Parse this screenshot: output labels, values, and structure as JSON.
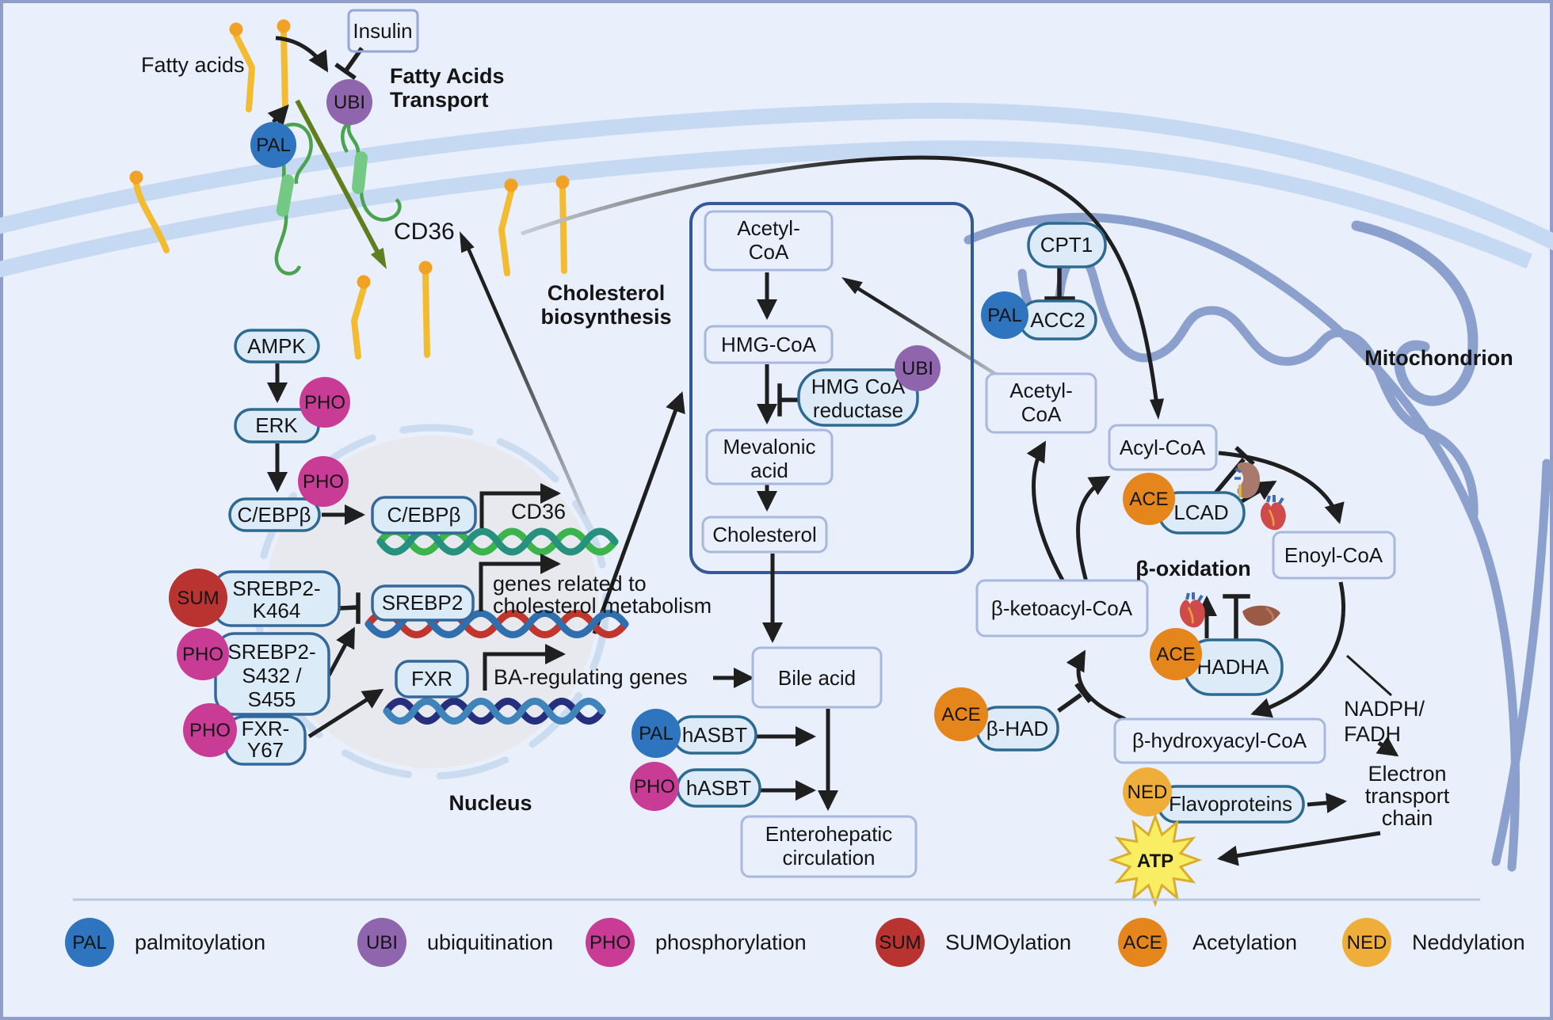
{
  "legend": {
    "items": [
      {
        "abbr": "PAL",
        "name": "palmitoylation",
        "color": "#2e74be"
      },
      {
        "abbr": "UBI",
        "name": "ubiquitination",
        "color": "#8f65ad"
      },
      {
        "abbr": "PHO",
        "name": "phosphorylation",
        "color": "#c83c96"
      },
      {
        "abbr": "SUM",
        "name": "SUMOylation",
        "color": "#b93431"
      },
      {
        "abbr": "ACE",
        "name": "Acetylation",
        "color": "#e5861d"
      },
      {
        "abbr": "NED",
        "name": "Neddylation",
        "color": "#efae3a"
      }
    ]
  },
  "labels": {
    "fatty_acids": "Fatty acids",
    "insulin": "Insulin",
    "fatty_acids_transport": [
      "Fatty Acids",
      "Transport"
    ],
    "cd36": "CD36",
    "cholesterol_biosynthesis": [
      "Cholesterol",
      "biosynthesis"
    ],
    "nucleus": "Nucleus",
    "mitochondrion": "Mitochondrion",
    "beta_oxidation": "β-oxidation",
    "nadph_fadh": [
      "NADPH/",
      "FADH"
    ],
    "electron_transport_chain": [
      "Electron",
      "transport",
      "chain"
    ],
    "atp": "ATP",
    "gene_cd36": "CD36",
    "genes_cholesterol": [
      "genes related to",
      "cholesterol metabolism"
    ],
    "genes_ba": "BA-regulating genes"
  },
  "nodes": {
    "ampk": "AMPK",
    "erk": "ERK",
    "cebpb": "C/EBPβ",
    "cebpb_nuclear": "C/EBPβ",
    "srebp2": "SREBP2",
    "fxr": "FXR",
    "srebp2_k464": [
      "SREBP2-",
      "K464"
    ],
    "srebp2_s432_s455": [
      "SREBP2-",
      "S432 /",
      "S455"
    ],
    "fxr_y67": [
      "FXR-",
      "Y67"
    ],
    "acetyl_coa": [
      "Acetyl-",
      "CoA"
    ],
    "hmg_coa": "HMG-CoA",
    "hmg_coa_reductase": [
      "HMG CoA",
      "reductase"
    ],
    "mevalonic_acid": [
      "Mevalonic",
      "acid"
    ],
    "cholesterol": "Cholesterol",
    "bile_acid": "Bile acid",
    "hasbt": "hASBT",
    "enterohepatic": [
      "Enterohepatic",
      "circulation"
    ],
    "cpt1": "CPT1",
    "acc2": "ACC2",
    "acetyl_coa_mito": [
      "Acetyl-",
      "CoA"
    ],
    "acyl_coa": "Acyl-CoA",
    "enoyl_coa": "Enoyl-CoA",
    "beta_ketoacyl": "β-ketoacyl-CoA",
    "beta_hydroxyacyl": "β-hydroxyacyl-CoA",
    "lcad": "LCAD",
    "hadha": "HADHA",
    "beta_had": "β-HAD",
    "flavoproteins": "Flavoproteins"
  },
  "badges": {
    "pal": "PAL",
    "ubi": "UBI",
    "pho": "PHO",
    "sum": "SUM",
    "ace": "ACE",
    "ned": "NED"
  }
}
